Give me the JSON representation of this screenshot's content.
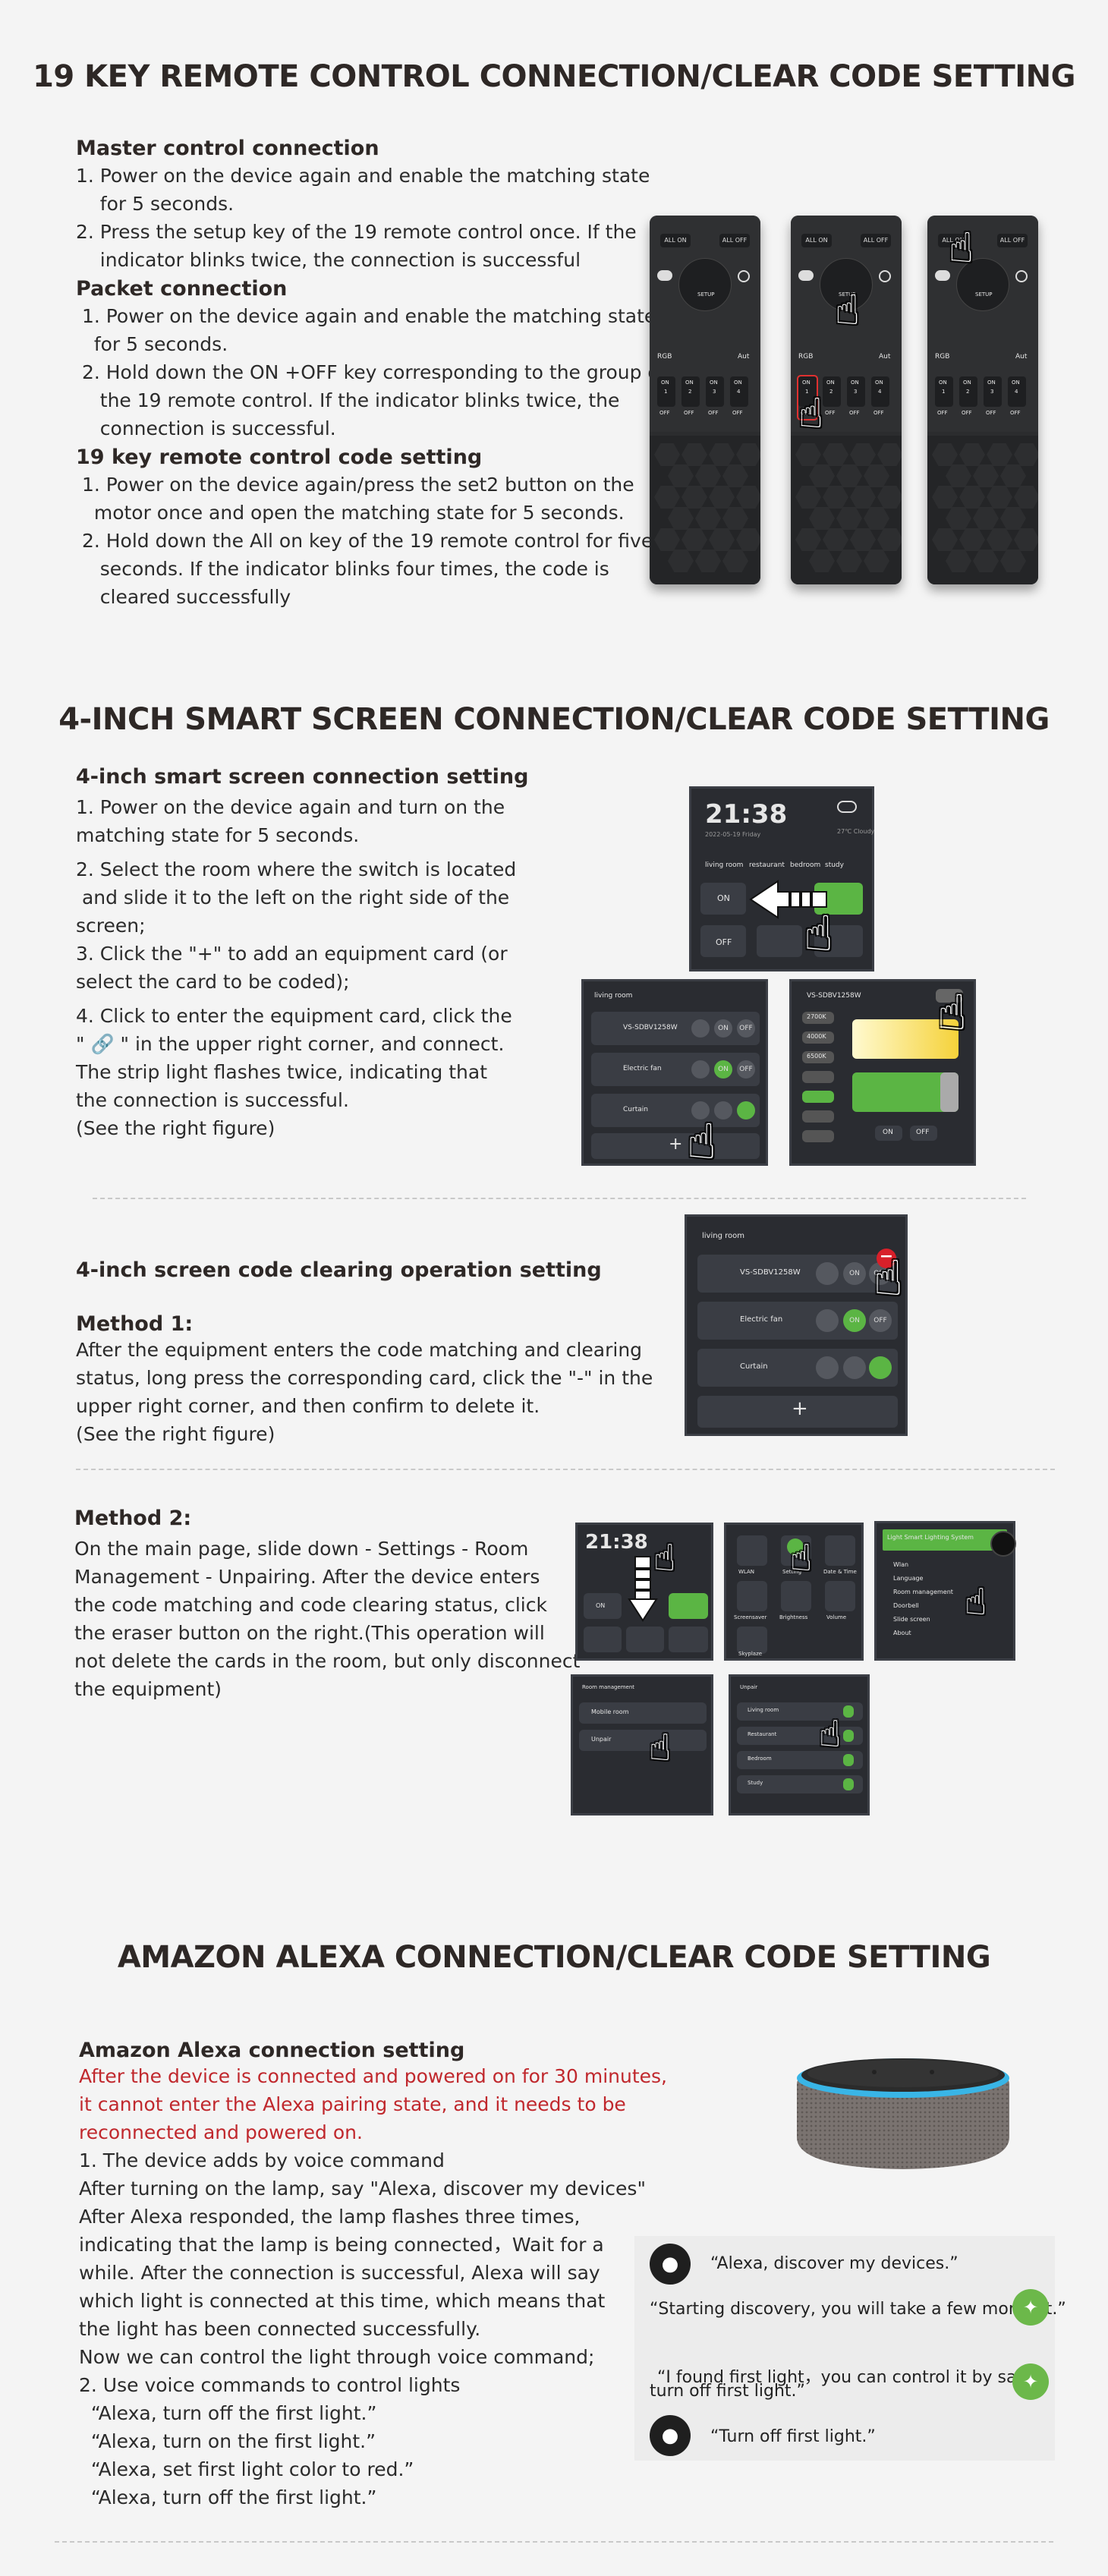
{
  "sec1": {
    "title": "19 KEY REMOTE CONTROL CONNECTION/CLEAR CODE SETTING",
    "master": {
      "heading": "Master control connection",
      "lines": [
        "1. Power on the device again and enable the matching state",
        "    for 5 seconds.",
        "2. Press the setup key of the 19 remote control once. If the",
        "    indicator blinks twice, the connection is successful"
      ]
    },
    "packet": {
      "heading": "Packet connection",
      "lines": [
        " 1. Power on the device again and enable the matching state",
        "   for 5 seconds.",
        " 2. Hold down the ON +OFF key corresponding to the group of",
        "    the 19 remote control. If the indicator blinks twice, the",
        "    connection is successful."
      ]
    },
    "clear": {
      "heading": "19 key remote control code setting",
      "lines": [
        " 1. Power on the device again/press the set2 button on the",
        "   motor once and open the matching state for 5 seconds.",
        " 2. Hold down the All on key of the 19 remote control for five",
        "    seconds. If the indicator blinks four times, the code is",
        "    cleared successfully"
      ]
    },
    "remote_labels": {
      "all_on": "ALL ON",
      "all_off": "ALL OFF",
      "setup": "SETUP",
      "rgb": "RGB",
      "aut": "Aut",
      "on": "ON",
      "off": "OFF",
      "groups": [
        "1",
        "2",
        "3",
        "4"
      ]
    }
  },
  "sec2": {
    "title": "4-INCH SMART SCREEN CONNECTION/CLEAR CODE SETTING",
    "connect": {
      "heading": "4-inch smart screen connection setting",
      "lines": [
        "1. Power on the device again and turn on the",
        "matching state for 5 seconds.",
        "2. Select the room where the switch is located",
        " and slide it to the left on the right side of the",
        "screen;",
        "3. Click the \"+\" to add an equipment card (or",
        "select the card to be coded);",
        "4. Click to enter the equipment card, click the",
        "\" 🔗 \" in the upper right corner, and connect.",
        "The strip light flashes twice, indicating that",
        "the connection is successful.",
        "(See the right figure)"
      ]
    },
    "clearing": {
      "heading": "4-inch screen code clearing operation setting",
      "method1": "Method 1:",
      "m1_lines": [
        "After the equipment enters the code matching and clearing",
        "status, long press the corresponding card, click the \"-\" in the",
        "upper right corner, and then confirm to delete it.",
        "(See the right figure)"
      ],
      "method2": "Method 2:",
      "m2_lines": [
        "On the main page, slide down - Settings - Room",
        "Management - Unpairing. After the device enters",
        "the code matching and code clearing status, click",
        "the eraser button on the right.(This operation will",
        "not delete the cards in the room, but only disconnect",
        "the equipment)"
      ]
    },
    "screen": {
      "time": "21:38",
      "date": "2022-05-19 Friday",
      "weather": "27℃ Cloudy",
      "rooms": [
        "living room",
        "restaurant",
        "bedroom",
        "study"
      ],
      "device1": "VS-SDBV1258W",
      "device2": "Electric fan",
      "device3": "Curtain",
      "on": "ON",
      "off": "OFF",
      "plus": "+",
      "living_room": "living room",
      "settings_title": "Light Smart Lighting System",
      "settings_items": [
        "Wlan",
        "Language",
        "Room management",
        "Doorbell",
        "Slide screen",
        "About"
      ],
      "room_mgmt": "Room management",
      "room_items": [
        "Living room",
        "Restaurant",
        "Bedroom",
        "Study"
      ],
      "unpair_items": [
        "Mobile room",
        "Unpair"
      ],
      "settings_icons": [
        "WLAN",
        "Setting",
        "Date & Time",
        "Screensaver",
        "Brightness",
        "Volume",
        "Skyplaze"
      ],
      "color_labels": [
        "2700K",
        "4000K",
        "6500K"
      ]
    }
  },
  "sec3": {
    "title": "AMAZON ALEXA CONNECTION/CLEAR CODE SETTING",
    "heading": "Amazon Alexa connection setting",
    "warning": [
      "After the device is connected and powered on for 30 minutes,",
      "it cannot enter the Alexa pairing state, and it needs to be",
      "reconnected and powered on."
    ],
    "lines": [
      "1. The device adds by voice command",
      "After turning on the lamp, say \"Alexa, discover my devices\"",
      "After Alexa responded, the lamp flashes three times,",
      "indicating that the lamp is being connected，Wait for a",
      "while. After the connection is successful, Alexa will say",
      "which light is connected at this time, which means that",
      "the light has been connected successfully.",
      "Now we can control the light through voice command;",
      "2. Use voice commands to control lights",
      "  “Alexa, turn off the first light.”",
      "  “Alexa, turn on the first light.”",
      "  “Alexa, set first light color to red.”",
      "  “Alexa, turn off the first light.”"
    ],
    "chat": {
      "c1": "“Alexa, discover my devices.”",
      "c2": "“Starting discovery, you will take a few moment.”",
      "c3a": "“I found first light，you can control it by say:",
      "c3b": "turn off first light.”",
      "c4": "“Turn off first light.”"
    }
  },
  "icons": [
    "hand-pointer-icon",
    "arrow-left-icon",
    "arrow-down-icon",
    "link-icon",
    "minus-badge-icon",
    "user-icon",
    "bulb-icon",
    "eraser-icon"
  ],
  "colors": {
    "accent_green": "#5bb544",
    "warning_red": "#c0282d",
    "alexa_blue": "#39b5e6"
  }
}
